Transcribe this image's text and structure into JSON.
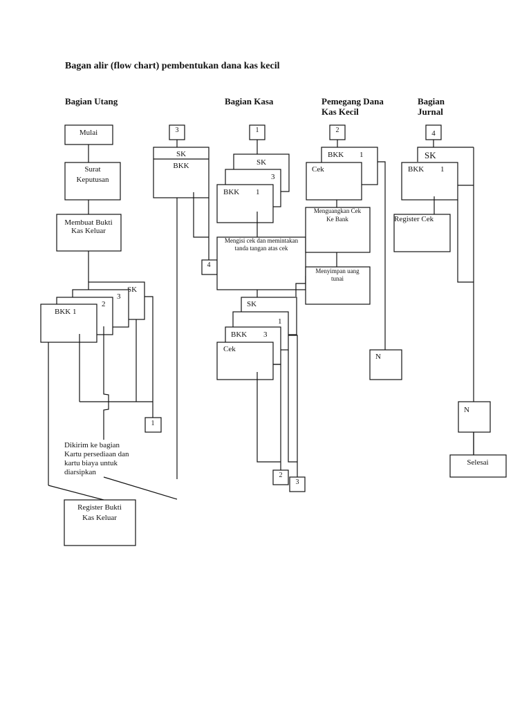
{
  "title": "Bagan alir (flow chart) pembentukan dana kas kecil",
  "columns": [
    {
      "id": "utang",
      "label": "Bagian Utang"
    },
    {
      "id": "kasa",
      "label": "Bagian Kasa"
    },
    {
      "id": "pemegang",
      "label": "Pemegang Dana\nKas Kecil"
    },
    {
      "id": "jurnal",
      "label": "Bagian\nJurnal"
    }
  ],
  "utang": {
    "start": "Mulai",
    "doc_surat": [
      "Surat",
      "Keputusan"
    ],
    "process_bukti": [
      "Membuat Bukti",
      "Kas Keluar"
    ],
    "stack": {
      "sk": "SK",
      "copy3": "3",
      "copy2": "2",
      "bkk": "BKK  1"
    },
    "connector_1": "1",
    "note": [
      "Dikirim ke bagian",
      "Kartu persediaan dan",
      "kartu biaya untuk",
      "diarsipkan"
    ],
    "register": [
      "Register Bukti",
      "Kas Keluar"
    ],
    "connector_3_top": "3",
    "sk_bkk": {
      "sk": "SK",
      "bkk": "BKK"
    },
    "connector_4": "4"
  },
  "kasa": {
    "connector_1_top": "1",
    "stack_top": {
      "sk": "SK",
      "copy3": "3",
      "bkk": "BKK",
      "bkk_num": "1"
    },
    "process_mengisi": [
      "Mengisi cek dan  memintakan",
      "tanda tangan atas cek"
    ],
    "stack_bottom": {
      "sk": "SK",
      "copy1": "1",
      "bkk": "BKK",
      "bkk_num": "3",
      "cek": "Cek"
    },
    "connector_2": "2",
    "connector_3": "3"
  },
  "pemegang": {
    "connector_2_top": "2",
    "stack": {
      "bkk": "BKK",
      "bkk_num": "1",
      "cek": "Cek"
    },
    "process_menguangkan": [
      "Menguangkan Cek",
      "Ke Bank"
    ],
    "process_menyimpan": [
      "Menyimpan uang",
      "tunai"
    ],
    "file_n": "N"
  },
  "jurnal": {
    "connector_4_top": "4",
    "stack": {
      "sk": "SK",
      "bkk": "BKK",
      "bkk_num": "1"
    },
    "register_cek": "Register Cek",
    "file_n": "N",
    "end": "Selesai"
  }
}
